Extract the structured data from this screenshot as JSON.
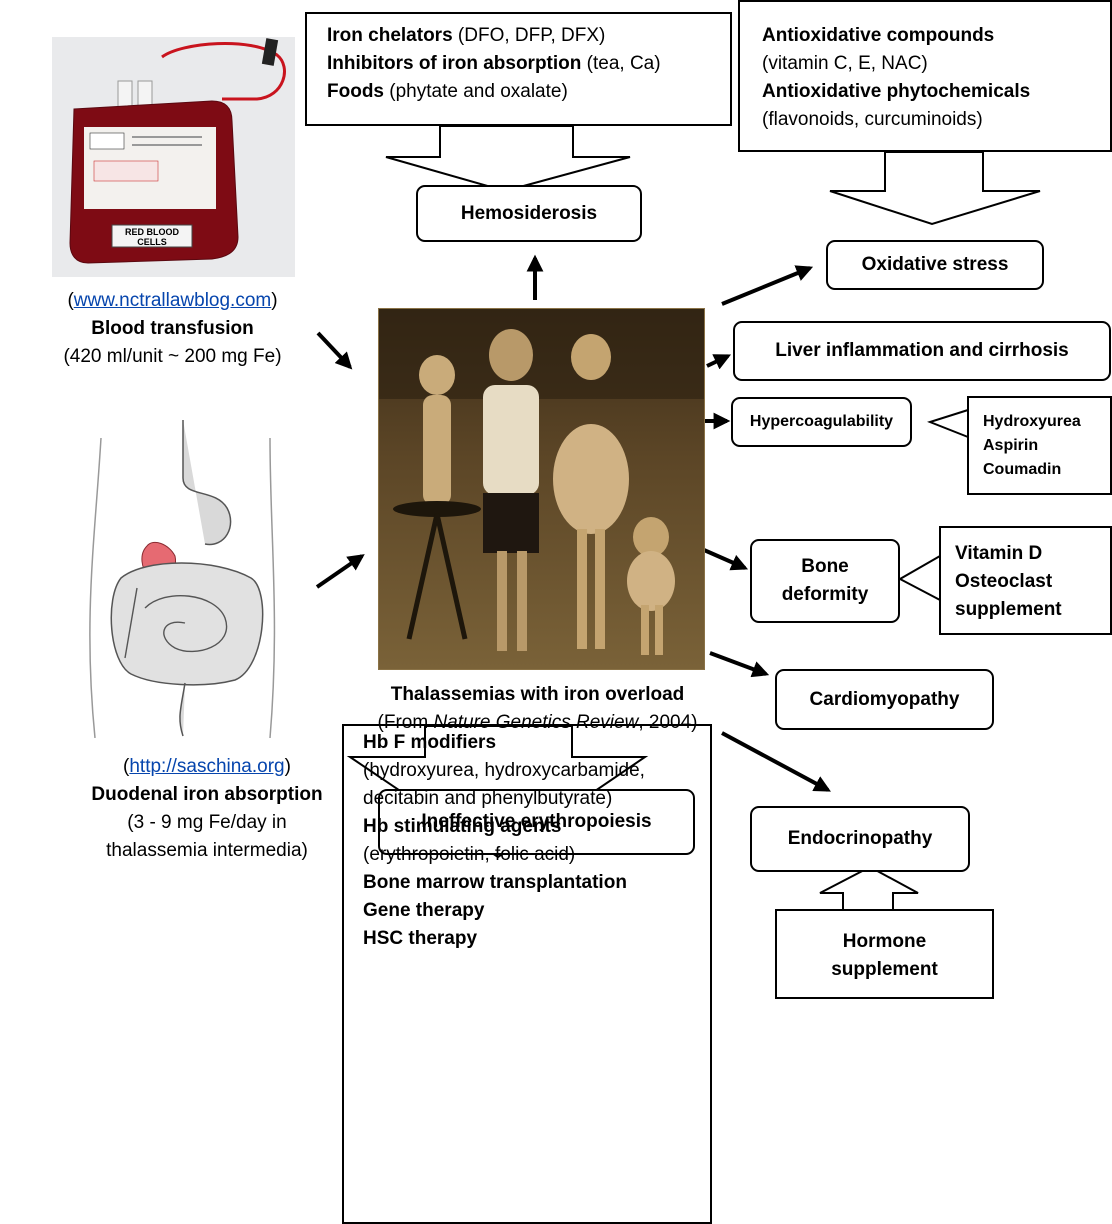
{
  "top_left_box": {
    "line1_bold": "Iron chelators",
    "line1_rest": " (DFO, DFP, DFX)",
    "line2_bold": "Inhibitors of iron absorption",
    "line2_rest": " (tea, Ca)",
    "line3_bold": "Foods",
    "line3_rest": " (phytate and oxalate)"
  },
  "top_right_box": {
    "line1": "Antioxidative compounds",
    "line2": "(vitamin C, E, NAC)",
    "line3": "Antioxidative phytochemicals",
    "line4": "(flavonoids, curcuminoids)"
  },
  "nodes": {
    "hemosiderosis": "Hemosiderosis",
    "oxidative_stress": "Oxidative stress",
    "liver": "Liver inflammation and cirrhosis",
    "hypercoagulability": "Hypercoagulability",
    "bone_line1": "Bone",
    "bone_line2": "deformity",
    "cardiomyopathy": "Cardiomyopathy",
    "ineffective": "Ineffective erythropoiesis",
    "endocrinopathy": "Endocrinopathy"
  },
  "hypercoag_treatments": [
    "Hydroxyurea",
    "Aspirin",
    "Coumadin"
  ],
  "bone_treatments": [
    "Vitamin D",
    "Osteoclast",
    "supplement"
  ],
  "hormone": {
    "line1": "Hormone",
    "line2": "supplement"
  },
  "blood_transfusion": {
    "source_open": "(",
    "source_url": "www.nctrallawblog.com",
    "source_close": ")",
    "title": "Blood transfusion",
    "detail": "(420 ml/unit ~ 200 mg Fe)",
    "bag_label_1": "RED BLOOD",
    "bag_label_2": "CELLS"
  },
  "duodenal": {
    "source_open": "(",
    "source_url": "http://saschina.org",
    "source_close": ")",
    "title": "Duodenal iron absorption",
    "detail1": "(3 - 9 mg Fe/day in",
    "detail2": "thalassemia intermedia)"
  },
  "center_caption": {
    "title": "Thalassemias with iron overload",
    "source_pre": "(From ",
    "source_italic": "Nature Genetics Review",
    "source_post": ", 2004)"
  },
  "bottom_box": {
    "l1": "Hb F modifiers",
    "l2": "(hydroxyurea, hydroxycarbamide,",
    "l3": "decitabin and phenylbutyrate)",
    "l4": "Hb stimulating agents",
    "l5": "(erythropoietin, folic acid)",
    "l6": "Bone marrow transplantation",
    "l7": "Gene therapy",
    "l8": "HSC therapy"
  }
}
